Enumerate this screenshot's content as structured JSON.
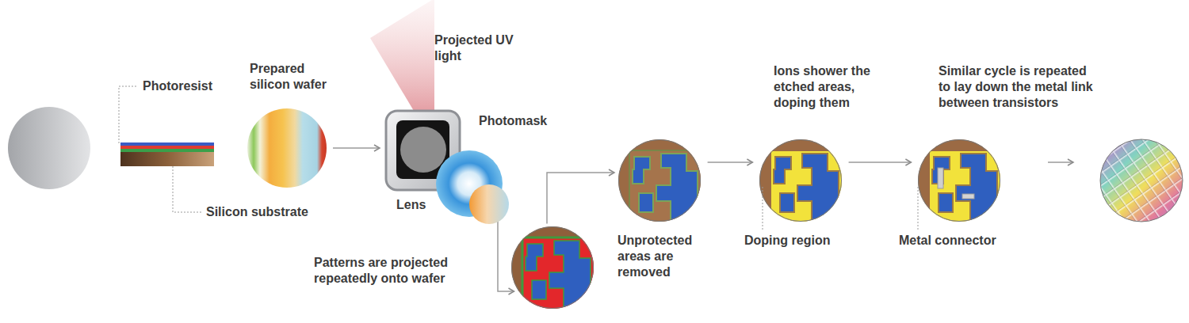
{
  "diagram": {
    "nodes": [
      {
        "text": [
          "Prepared silicon wafer"
        ]
      },
      {
        "text": [
          "Photomask"
        ]
      },
      {
        "text": [
          "Lens"
        ]
      },
      {
        "text": [
          "Patterns are projected repeatedly onto wafer"
        ]
      },
      {
        "text": [
          "Unprotected areas are removed"
        ]
      },
      {
        "text": [
          "Ions shower the etched areas, doping them",
          "Doping region"
        ]
      },
      {
        "text": [
          "Similar cycle is repeated to lay down the metal link between transistors",
          "Metal connector"
        ]
      }
    ],
    "edges": [
      {
        "from": 0,
        "to": 1,
        "arrow": "to"
      },
      {
        "from": 2,
        "to": 3,
        "arrow": "to"
      },
      {
        "from": 3,
        "to": 4,
        "arrow": "to"
      },
      {
        "from": 4,
        "to": 5,
        "arrow": "to"
      },
      {
        "from": 5,
        "to": 6,
        "arrow": "to"
      }
    ],
    "labels": [
      "Photoresist",
      "Silicon substrate",
      "Projected UV light"
    ]
  }
}
